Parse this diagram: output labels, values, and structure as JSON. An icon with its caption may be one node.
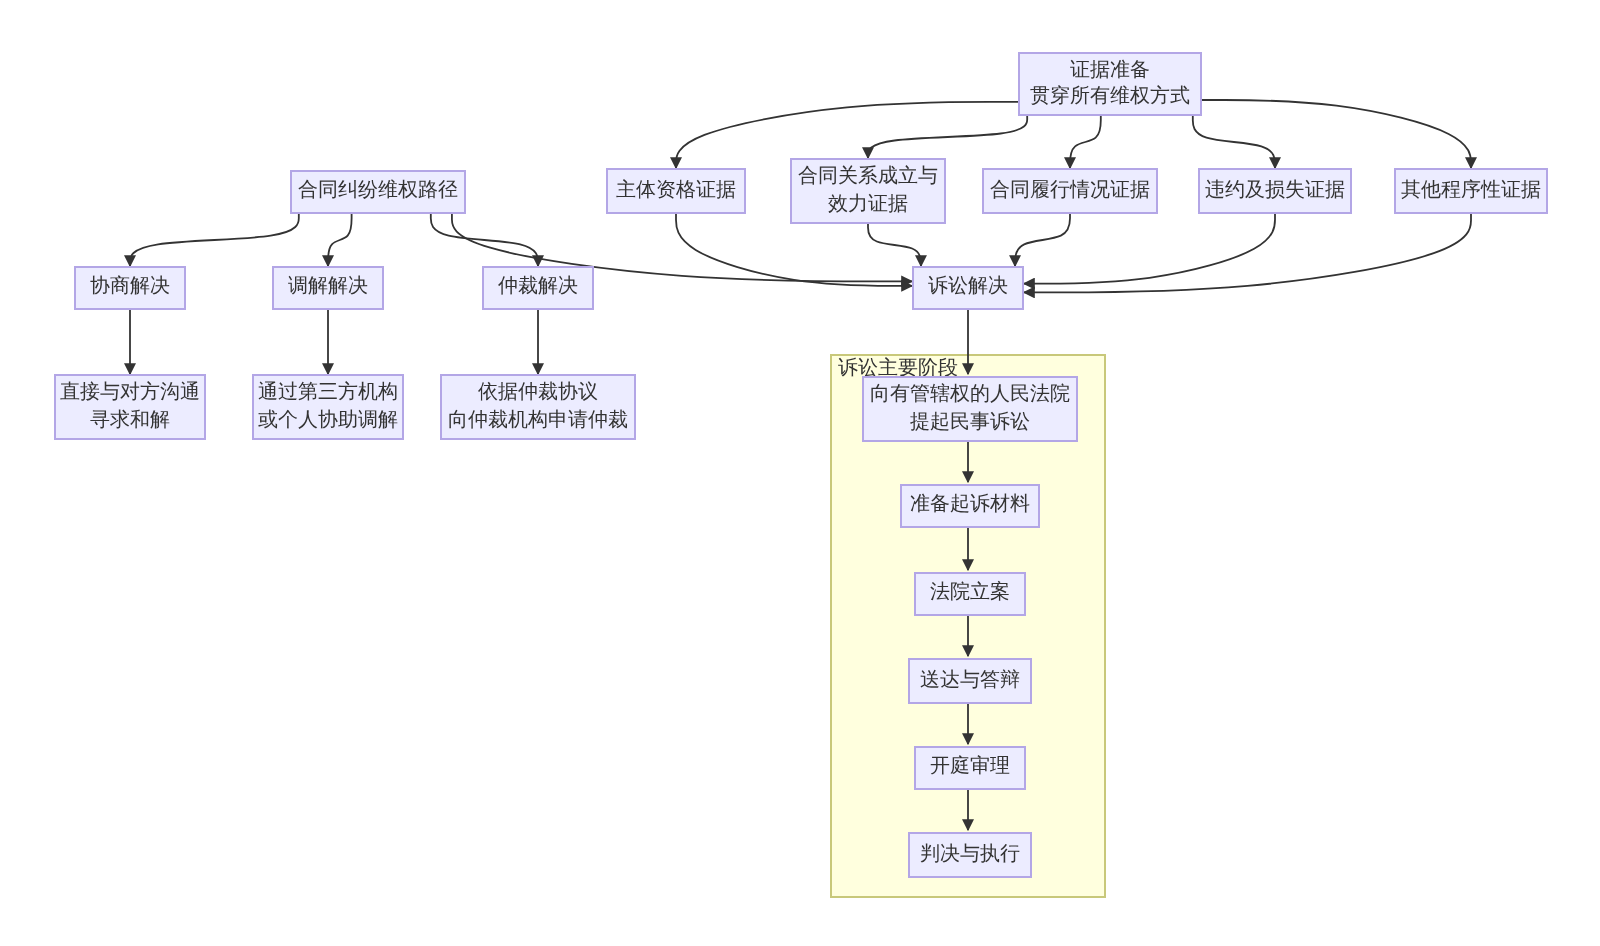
{
  "diagram": {
    "nodes": [
      {
        "text": [
          "合同纠纷维权路径"
        ]
      },
      {
        "text": [
          "协商解决"
        ]
      },
      {
        "text": [
          "调解解决"
        ]
      },
      {
        "text": [
          "仲裁解决"
        ]
      },
      {
        "text": [
          "直接与对方沟通寻求和解"
        ]
      },
      {
        "text": [
          "通过第三方机构或个人协助调解"
        ]
      },
      {
        "text": [
          "依据仲裁协议向仲裁机构申请仲裁"
        ]
      },
      {
        "text": [
          "证据准备贯穿所有维权方式"
        ]
      },
      {
        "text": [
          "主体资格证据"
        ]
      },
      {
        "text": [
          "合同关系成立与效力证据"
        ]
      },
      {
        "text": [
          "合同履行情况证据"
        ]
      },
      {
        "text": [
          "违约及损失证据"
        ]
      },
      {
        "text": [
          "其他程序性证据"
        ]
      },
      {
        "text": [
          "诉讼解决"
        ]
      },
      {
        "text": [
          "诉讼主要阶段"
        ]
      },
      {
        "text": [
          "向有管辖权的人民法院提起民事诉讼"
        ],
        "in": 14
      },
      {
        "text": [
          "准备起诉材料"
        ],
        "in": 14
      },
      {
        "text": [
          "法院立案"
        ],
        "in": 14
      },
      {
        "text": [
          "送达与答辩"
        ],
        "in": 14
      },
      {
        "text": [
          "开庭审理"
        ],
        "in": 14
      },
      {
        "text": [
          "判决与执行"
        ],
        "in": 14
      }
    ],
    "edges": [
      {
        "from": 0,
        "to": 1,
        "arrow": "to"
      },
      {
        "from": 0,
        "to": 2,
        "arrow": "to"
      },
      {
        "from": 0,
        "to": 3,
        "arrow": "to"
      },
      {
        "from": 0,
        "to": 13,
        "arrow": "to"
      },
      {
        "from": 1,
        "to": 4,
        "arrow": "to"
      },
      {
        "from": 2,
        "to": 5,
        "arrow": "to"
      },
      {
        "from": 3,
        "to": 6,
        "arrow": "to"
      },
      {
        "from": 7,
        "to": 8,
        "arrow": "to"
      },
      {
        "from": 7,
        "to": 9,
        "arrow": "to"
      },
      {
        "from": 7,
        "to": 10,
        "arrow": "to"
      },
      {
        "from": 7,
        "to": 11,
        "arrow": "to"
      },
      {
        "from": 7,
        "to": 12,
        "arrow": "to"
      },
      {
        "from": 8,
        "to": 13,
        "arrow": "to"
      },
      {
        "from": 9,
        "to": 13,
        "arrow": "to"
      },
      {
        "from": 10,
        "to": 13,
        "arrow": "to"
      },
      {
        "from": 11,
        "to": 13,
        "arrow": "to"
      },
      {
        "from": 12,
        "to": 13,
        "arrow": "to"
      },
      {
        "from": 13,
        "to": 15,
        "arrow": "to"
      },
      {
        "from": 15,
        "to": 16,
        "arrow": "to"
      },
      {
        "from": 16,
        "to": 17,
        "arrow": "to"
      },
      {
        "from": 17,
        "to": 18,
        "arrow": "to"
      },
      {
        "from": 18,
        "to": 19,
        "arrow": "to"
      },
      {
        "from": 19,
        "to": 20,
        "arrow": "to"
      }
    ]
  }
}
